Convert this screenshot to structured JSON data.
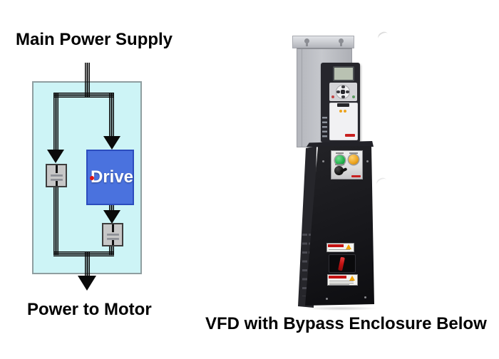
{
  "diagram": {
    "title": "Main Power Supply",
    "bottom_label": "Power to Motor",
    "drive_label": "Drive",
    "icons": {
      "arrow_down": "solid-black-triangle (css borders)",
      "capacitor": "parallel-plate symbol (css bars)",
      "power_wire": "triple parallel line band (css gradient)"
    },
    "colors": {
      "panel_fill": "#cdf4f6",
      "panel_border": "#8f9ea0",
      "drive_fill": "#4a72de",
      "drive_border": "#2b4cbe",
      "capacitor_fill": "#c7c7c7",
      "capacitor_border": "#3d3d3d",
      "wire": "#0a0a0a",
      "indicator_dot": "#e01212"
    }
  },
  "photo": {
    "caption": "VFD with Bypass Enclosure Below",
    "icons": {
      "keyhole_mount": "keyhole slot (css circle+stem)",
      "warning_triangle": "orange triangle (css borders)",
      "nav_pad": "circular keypad ring with 4 keys"
    },
    "colors": {
      "backplate": "#c6c8cd",
      "vfd_body": "#26262c",
      "vfd_display": "#b9c2b2",
      "vfd_cover": "#f1f1f3",
      "keypad": "#d4d4d8",
      "enclosure_front": "#17171b",
      "enclosure_side": "#26262b",
      "panel": "#dedede",
      "green_button": "#1fae49",
      "amber_button": "#eca31d",
      "knob": "#101010",
      "switch_handle": "#c41212",
      "warning_red": "#c41212",
      "warning_orange": "#f0a300",
      "brand_red": "#c8201f"
    }
  }
}
